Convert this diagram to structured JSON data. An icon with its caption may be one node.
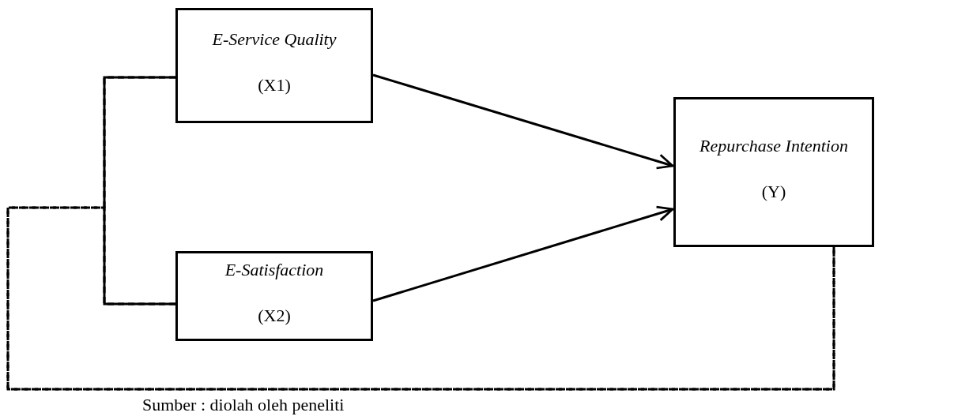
{
  "diagram": {
    "nodes": [
      {
        "text": [
          "E-Service Quality",
          "(X1)"
        ]
      },
      {
        "text": [
          "E-Satisfaction",
          "(X2)"
        ]
      },
      {
        "text": [
          "Repurchase Intention",
          "(Y)"
        ]
      }
    ],
    "edges": [
      {
        "from": 0,
        "to": 2,
        "arrow": "to"
      },
      {
        "from": 1,
        "to": 2,
        "arrow": "to"
      },
      {
        "from": 0,
        "to": 1,
        "arrow": "none"
      },
      {
        "from": 0,
        "to": 2,
        "arrow": "none",
        "style": "dashed"
      },
      {
        "from": 1,
        "to": 2,
        "arrow": "none",
        "style": "dashed"
      }
    ],
    "labels": [
      "Sumber : diolah oleh peneliti"
    ]
  }
}
